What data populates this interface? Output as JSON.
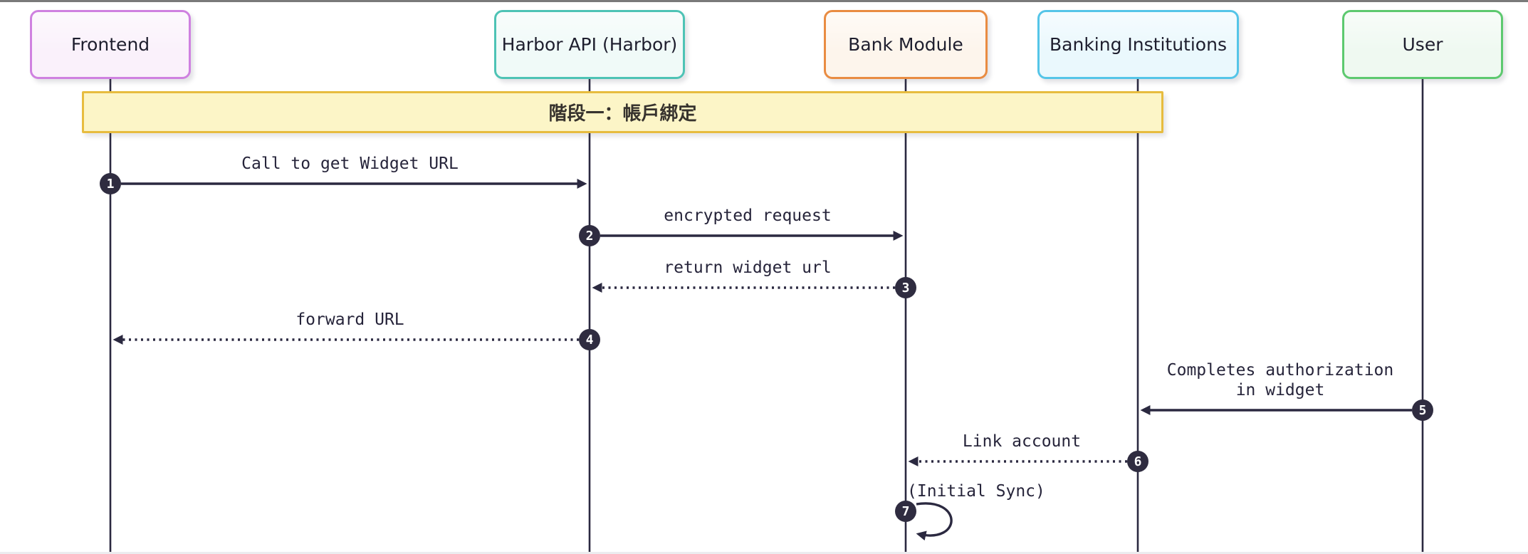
{
  "diagram": {
    "phase_banner": {
      "label": "階段一：帳戶綁定"
    },
    "actors": [
      {
        "id": "frontend",
        "label": "Frontend",
        "fill": "#faf1fb",
        "border": "#cf81e0"
      },
      {
        "id": "harbor",
        "label": "Harbor API (Harbor)",
        "fill": "#f0faf8",
        "border": "#4ec3b5"
      },
      {
        "id": "bank",
        "label": "Bank Module",
        "fill": "#fdf5ec",
        "border": "#e98c42"
      },
      {
        "id": "banking",
        "label": "Banking Institutions",
        "fill": "#eaf8fd",
        "border": "#55c5e8"
      },
      {
        "id": "user",
        "label": "User",
        "fill": "#eff9f1",
        "border": "#5dc96f"
      }
    ],
    "messages": [
      {
        "number": "1",
        "from": "frontend",
        "to": "harbor",
        "label": "Call to get Widget URL",
        "line": "solid"
      },
      {
        "number": "2",
        "from": "harbor",
        "to": "bank",
        "label": "encrypted request",
        "line": "solid"
      },
      {
        "number": "3",
        "from": "bank",
        "to": "harbor",
        "label": "return widget url",
        "line": "dotted"
      },
      {
        "number": "4",
        "from": "harbor",
        "to": "frontend",
        "label": "forward URL",
        "line": "dotted"
      },
      {
        "number": "5",
        "from": "user",
        "to": "banking",
        "label": "Completes authorization\nin widget",
        "line": "solid"
      },
      {
        "number": "6",
        "from": "banking",
        "to": "bank",
        "label": "Link account",
        "line": "dotted"
      },
      {
        "number": "7",
        "from": "bank",
        "to": "bank",
        "label": "(Initial Sync)",
        "line": "self"
      }
    ],
    "colors": {
      "line": "#2b2940",
      "text": "#26243a",
      "actor_text": "#1e1e2e",
      "badge_bg": "#2f2c40",
      "badge_text": "#ffffff",
      "banner_bg": "#fcf5c7",
      "banner_border": "#e7bc3f",
      "banner_text": "#37332e",
      "top_edge": "#7a7a7a",
      "bottom_edge": "#ececef"
    }
  }
}
